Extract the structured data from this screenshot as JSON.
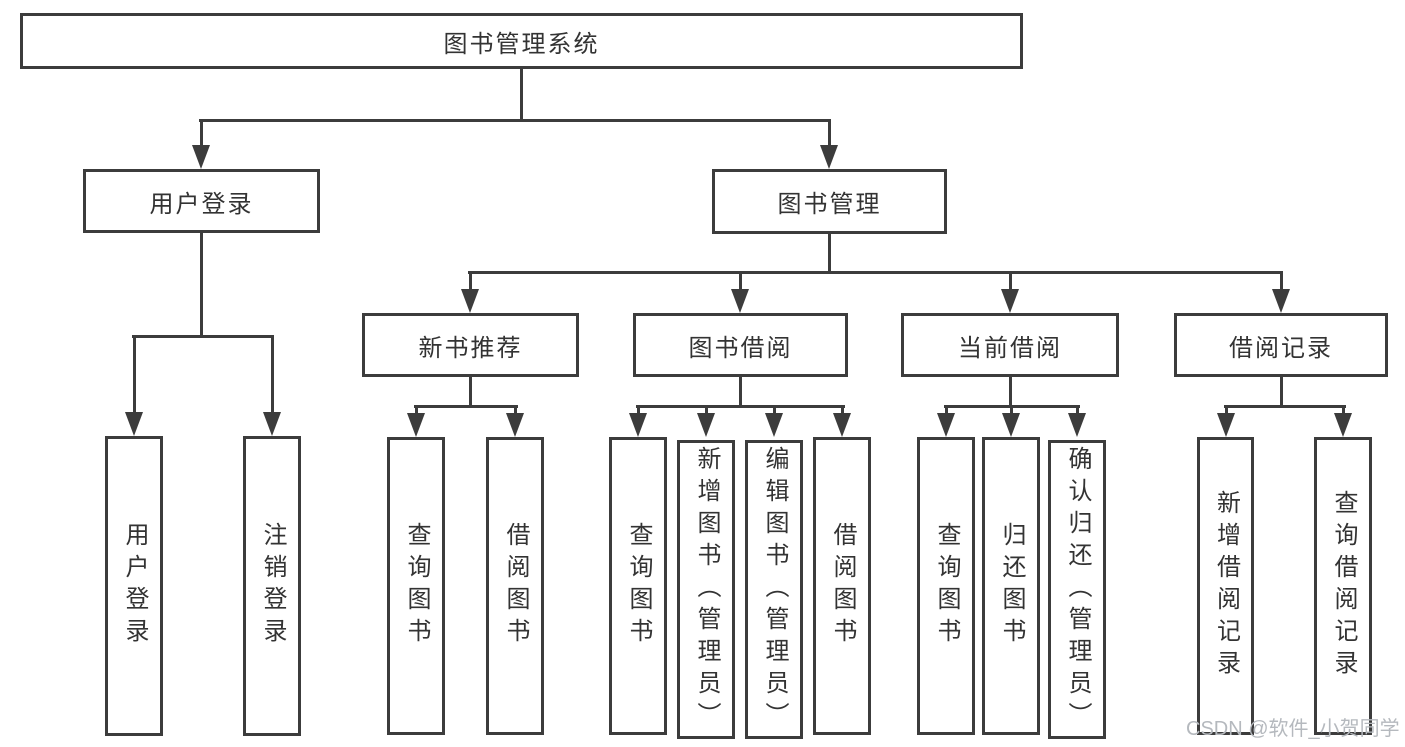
{
  "diagram": {
    "root": {
      "label": "图书管理系统"
    },
    "branches": [
      {
        "label": "用户登录",
        "leaves": [
          "用户登录",
          "注销登录"
        ]
      },
      {
        "label": "图书管理",
        "groups": [
          {
            "label": "新书推荐",
            "leaves": [
              "查询图书",
              "借阅图书"
            ]
          },
          {
            "label": "图书借阅",
            "leaves": [
              "查询图书",
              "新增图书（管理员）",
              "编辑图书（管理员）",
              "借阅图书"
            ]
          },
          {
            "label": "当前借阅",
            "leaves": [
              "查询图书",
              "归还图书",
              "确认归还（管理员）"
            ]
          },
          {
            "label": "借阅记录",
            "leaves": [
              "新增借阅记录",
              "查询借阅记录"
            ]
          }
        ]
      }
    ]
  },
  "watermark": {
    "text": "CSDN @软件_小贺同学"
  },
  "colors": {
    "line": "#3c3c3c",
    "text": "#333333",
    "watermark": "#b5b9be",
    "background": "#ffffff"
  }
}
